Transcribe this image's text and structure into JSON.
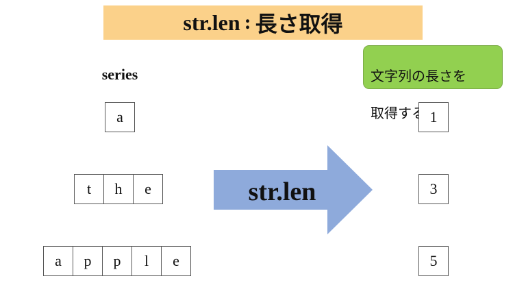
{
  "title": {
    "method": "str.len",
    "separator": ":",
    "description": "長さ取得"
  },
  "note": {
    "line1": "文字列の長さを",
    "line2": "取得する."
  },
  "series_label": "series",
  "arrow_label": "str.len",
  "inputs": [
    {
      "chars": [
        "a"
      ]
    },
    {
      "chars": [
        "t",
        "h",
        "e"
      ]
    },
    {
      "chars": [
        "a",
        "p",
        "p",
        "l",
        "e"
      ]
    }
  ],
  "outputs": [
    "1",
    "3",
    "5"
  ],
  "colors": {
    "title_bg": "#fbd18a",
    "note_bg": "#92d050",
    "arrow_fill": "#8eaadb"
  }
}
